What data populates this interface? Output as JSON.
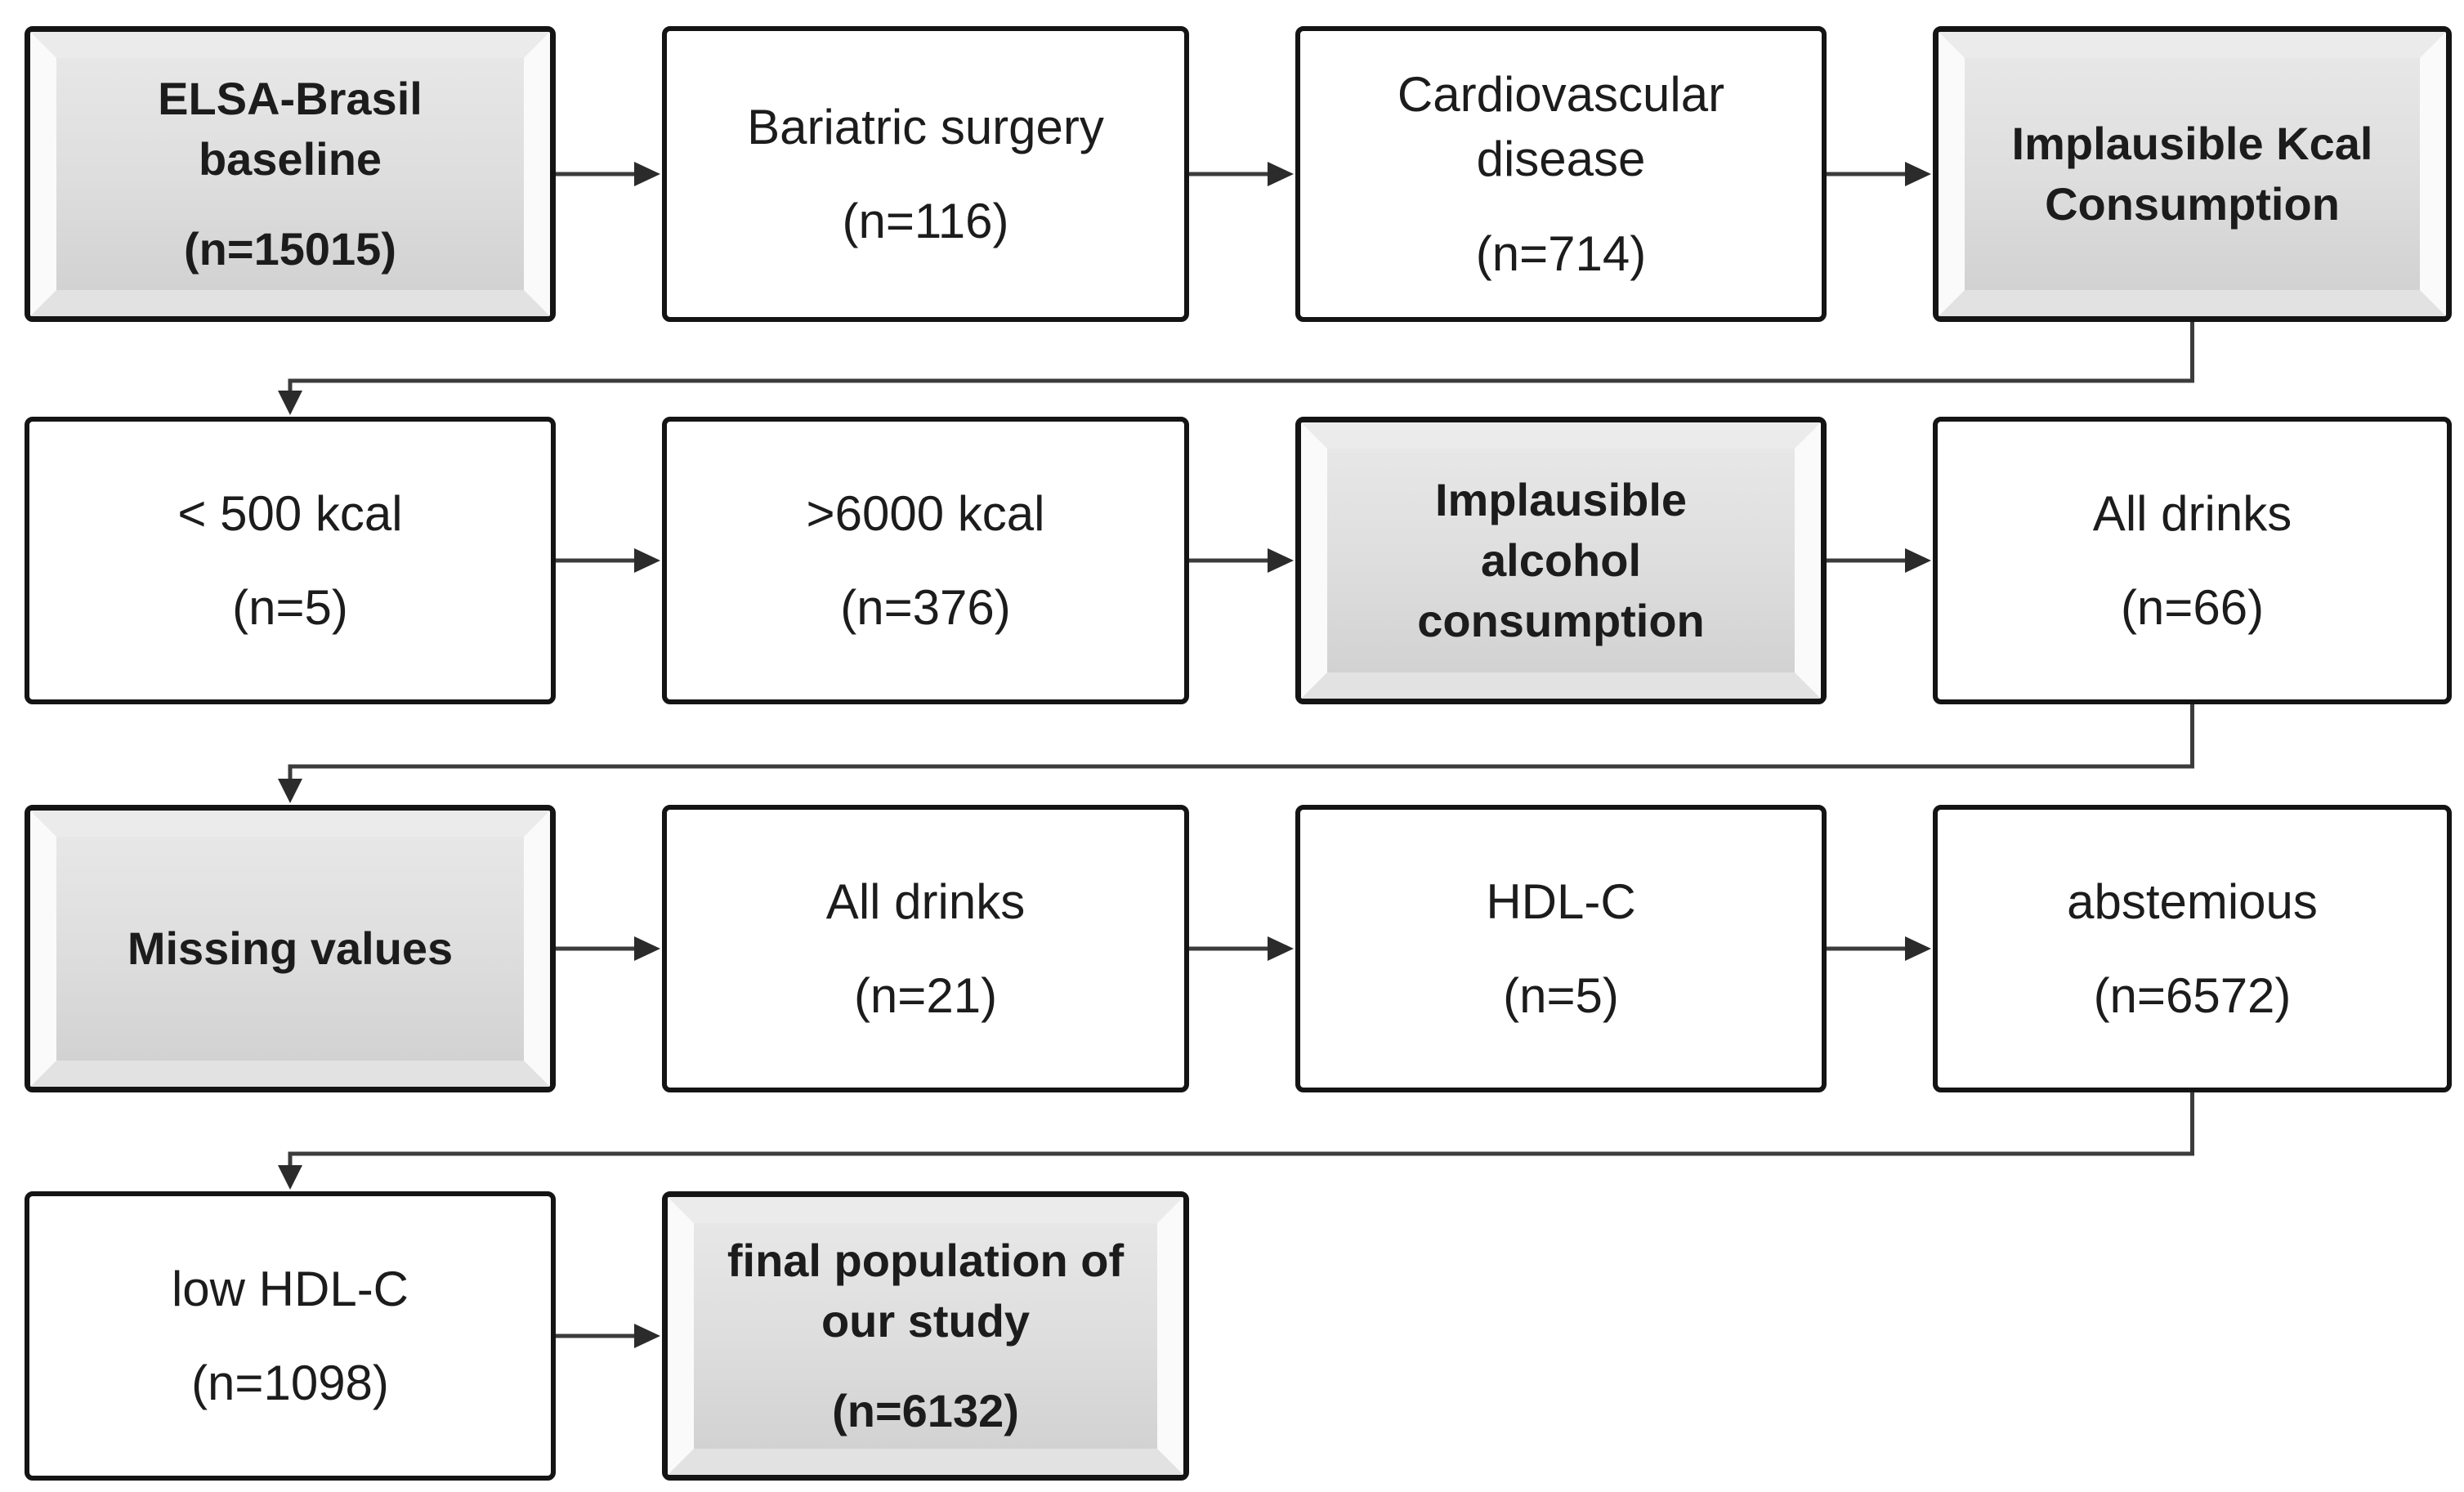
{
  "figure_type": "participant-flow-diagram",
  "colors": {
    "background": "#ffffff",
    "box_border": "#141414",
    "connector": "#3c3c3c",
    "arrowhead": "#2b2b2b",
    "gray_box_fill": "#dedede",
    "gray_box_bevel_light": "#fafafa",
    "gray_box_bevel_mid": "#ebebeb",
    "white_box_fill": "#ffffff",
    "text": "#1c1c1c"
  },
  "boxes": [
    {
      "id": "elsa-baseline",
      "row": 1,
      "col": 1,
      "variant": "gray",
      "lines": [
        "ELSA-Brasil",
        "baseline"
      ],
      "n": "(n=15015)"
    },
    {
      "id": "bariatric-surgery",
      "row": 1,
      "col": 2,
      "variant": "white",
      "lines": [
        "Bariatric surgery"
      ],
      "n": "(n=116)"
    },
    {
      "id": "cardiovascular-disease",
      "row": 1,
      "col": 3,
      "variant": "white",
      "lines": [
        "Cardiovascular",
        "disease"
      ],
      "n": "(n=714)"
    },
    {
      "id": "implausible-kcal",
      "row": 1,
      "col": 4,
      "variant": "gray",
      "lines": [
        "Implausible Kcal",
        "Consumption"
      ],
      "n": ""
    },
    {
      "id": "under-500-kcal",
      "row": 2,
      "col": 1,
      "variant": "white",
      "lines": [
        "< 500 kcal"
      ],
      "n": "(n=5)"
    },
    {
      "id": "over-6000-kcal",
      "row": 2,
      "col": 2,
      "variant": "white",
      "lines": [
        ">6000 kcal"
      ],
      "n": "(n=376)"
    },
    {
      "id": "implausible-alcohol",
      "row": 2,
      "col": 3,
      "variant": "gray",
      "lines": [
        "Implausible",
        "alcohol",
        "consumption"
      ],
      "n": ""
    },
    {
      "id": "all-drinks-66",
      "row": 2,
      "col": 4,
      "variant": "white",
      "lines": [
        "All drinks"
      ],
      "n": "(n=66)"
    },
    {
      "id": "missing-values",
      "row": 3,
      "col": 1,
      "variant": "gray",
      "lines": [
        "Missing values"
      ],
      "n": ""
    },
    {
      "id": "all-drinks-21",
      "row": 3,
      "col": 2,
      "variant": "white",
      "lines": [
        "All drinks"
      ],
      "n": "(n=21)"
    },
    {
      "id": "hdl-c",
      "row": 3,
      "col": 3,
      "variant": "white",
      "lines": [
        "HDL-C"
      ],
      "n": "(n=5)"
    },
    {
      "id": "abstemious",
      "row": 3,
      "col": 4,
      "variant": "white",
      "lines": [
        "abstemious"
      ],
      "n": "(n=6572)"
    },
    {
      "id": "low-hdl-c",
      "row": 4,
      "col": 1,
      "variant": "white",
      "lines": [
        "low HDL-C"
      ],
      "n": "(n=1098)"
    },
    {
      "id": "final-population",
      "row": 4,
      "col": 2,
      "variant": "gray",
      "lines": [
        "final population of",
        "our study"
      ],
      "n": "(n=6132)"
    }
  ],
  "edges": [
    {
      "from": "elsa-baseline",
      "to": "bariatric-surgery",
      "type": "straight"
    },
    {
      "from": "bariatric-surgery",
      "to": "cardiovascular-disease",
      "type": "straight"
    },
    {
      "from": "cardiovascular-disease",
      "to": "implausible-kcal",
      "type": "straight"
    },
    {
      "from": "implausible-kcal",
      "to": "under-500-kcal",
      "type": "wrap"
    },
    {
      "from": "under-500-kcal",
      "to": "over-6000-kcal",
      "type": "straight"
    },
    {
      "from": "over-6000-kcal",
      "to": "implausible-alcohol",
      "type": "straight"
    },
    {
      "from": "implausible-alcohol",
      "to": "all-drinks-66",
      "type": "straight"
    },
    {
      "from": "all-drinks-66",
      "to": "missing-values",
      "type": "wrap"
    },
    {
      "from": "missing-values",
      "to": "all-drinks-21",
      "type": "straight"
    },
    {
      "from": "all-drinks-21",
      "to": "hdl-c",
      "type": "straight"
    },
    {
      "from": "hdl-c",
      "to": "abstemious",
      "type": "straight"
    },
    {
      "from": "abstemious",
      "to": "low-hdl-c",
      "type": "wrap"
    },
    {
      "from": "low-hdl-c",
      "to": "final-population",
      "type": "straight"
    }
  ]
}
